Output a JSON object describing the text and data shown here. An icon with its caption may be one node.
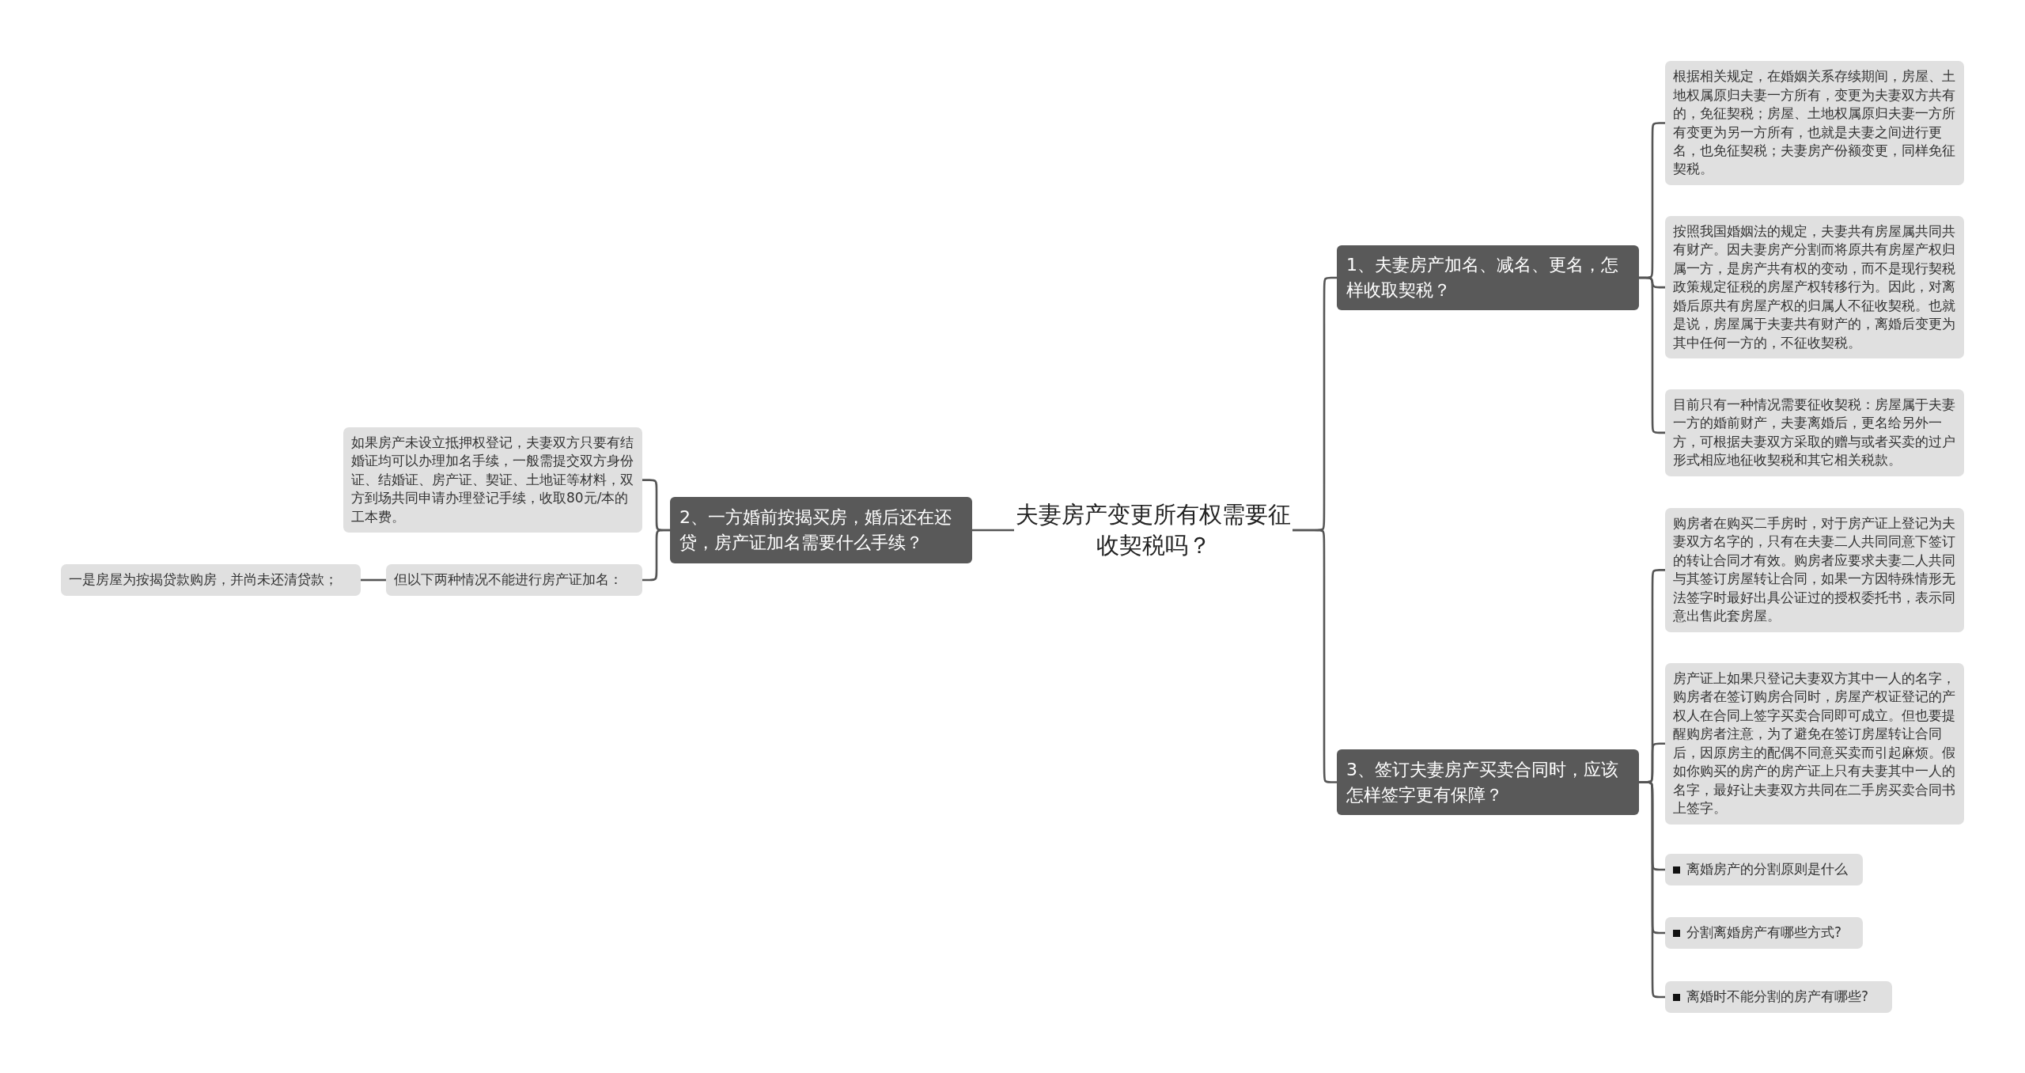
{
  "diagram": {
    "nodes": [
      {
        "text": [
          "夫妻房产变更所有权需要征收契税吗？"
        ]
      },
      {
        "text": [
          "1、夫妻房产加名、减名、更名，怎样收取契税？"
        ]
      },
      {
        "text": [
          "根据相关规定，在婚姻关系存续期间，房屋、土地权属原归夫妻一方所有，变更为夫妻双方共有的，免征契税；房屋、土地权属原归夫妻一方所有变更为另一方所有，也就是夫妻之间进行更名，也免征契税；夫妻房产份额变更，同样免征契税。"
        ]
      },
      {
        "text": [
          "按照我国婚姻法的规定，夫妻共有房屋属共同共有财产。因夫妻房产分割而将原共有房屋产权归属一方，是房产共有权的变动，而不是现行契税政策规定征税的房屋产权转移行为。因此，对离婚后原共有房屋产权的归属人不征收契税。也就是说，房屋属于夫妻共有财产的，离婚后变更为其中任何一方的，不征收契税。"
        ]
      },
      {
        "text": [
          "目前只有一种情况需要征收契税：房屋属于夫妻一方的婚前财产，夫妻离婚后，更名给另外一方，可根据夫妻双方采取的赠与或者买卖的过户形式相应地征收契税和其它相关税款。"
        ]
      },
      {
        "text": [
          "2、一方婚前按揭买房，婚后还在还贷，房产证加名需要什么手续？"
        ]
      },
      {
        "text": [
          "如果房产未设立抵押权登记，夫妻双方只要有结婚证均可以办理加名手续，一般需提交双方身份证、结婚证、房产证、契证、土地证等材料，双方到场共同申请办理登记手续，收取80元/本的工本费。"
        ]
      },
      {
        "text": [
          "但以下两种情况不能进行房产证加名："
        ]
      },
      {
        "text": [
          "一是房屋为按揭贷款购房，并尚未还清贷款；"
        ]
      },
      {
        "text": [
          "3、签订夫妻房产买卖合同时，应该怎样签字更有保障？"
        ]
      },
      {
        "text": [
          "购房者在购买二手房时，对于房产证上登记为夫妻双方名字的，只有在夫妻二人共同同意下签订的转让合同才有效。购房者应要求夫妻二人共同与其签订房屋转让合同，如果一方因特殊情形无法签字时最好出具公证过的授权委托书，表示同意出售此套房屋。"
        ]
      },
      {
        "text": [
          "房产证上如果只登记夫妻双方其中一人的名字，购房者在签订购房合同时，房屋产权证登记的产权人在合同上签字买卖合同即可成立。但也要提醒购房者注意，为了避免在签订房屋转让合同后，因原房主的配偶不同意买卖而引起麻烦。假如你购买的房产的房产证上只有夫妻其中一人的名字，最好让夫妻双方共同在二手房买卖合同书上签字。"
        ]
      },
      {
        "text": [
          "离婚房产的分割原则是什么"
        ]
      },
      {
        "text": [
          "分割离婚房产有哪些方式?"
        ]
      },
      {
        "text": [
          "离婚时不能分割的房产有哪些?"
        ]
      }
    ],
    "edges": [
      {
        "from": 0,
        "to": 1,
        "arrow": "none"
      },
      {
        "from": 1,
        "to": 2,
        "arrow": "none"
      },
      {
        "from": 1,
        "to": 3,
        "arrow": "none"
      },
      {
        "from": 1,
        "to": 4,
        "arrow": "none"
      },
      {
        "from": 0,
        "to": 5,
        "arrow": "none"
      },
      {
        "from": 5,
        "to": 6,
        "arrow": "none"
      },
      {
        "from": 5,
        "to": 7,
        "arrow": "none"
      },
      {
        "from": 7,
        "to": 8,
        "arrow": "none"
      },
      {
        "from": 0,
        "to": 9,
        "arrow": "none"
      },
      {
        "from": 9,
        "to": 10,
        "arrow": "none"
      },
      {
        "from": 9,
        "to": 11,
        "arrow": "none"
      },
      {
        "from": 9,
        "to": 12,
        "arrow": "none"
      },
      {
        "from": 9,
        "to": 13,
        "arrow": "none"
      },
      {
        "from": 9,
        "to": 14,
        "arrow": "none"
      }
    ]
  }
}
